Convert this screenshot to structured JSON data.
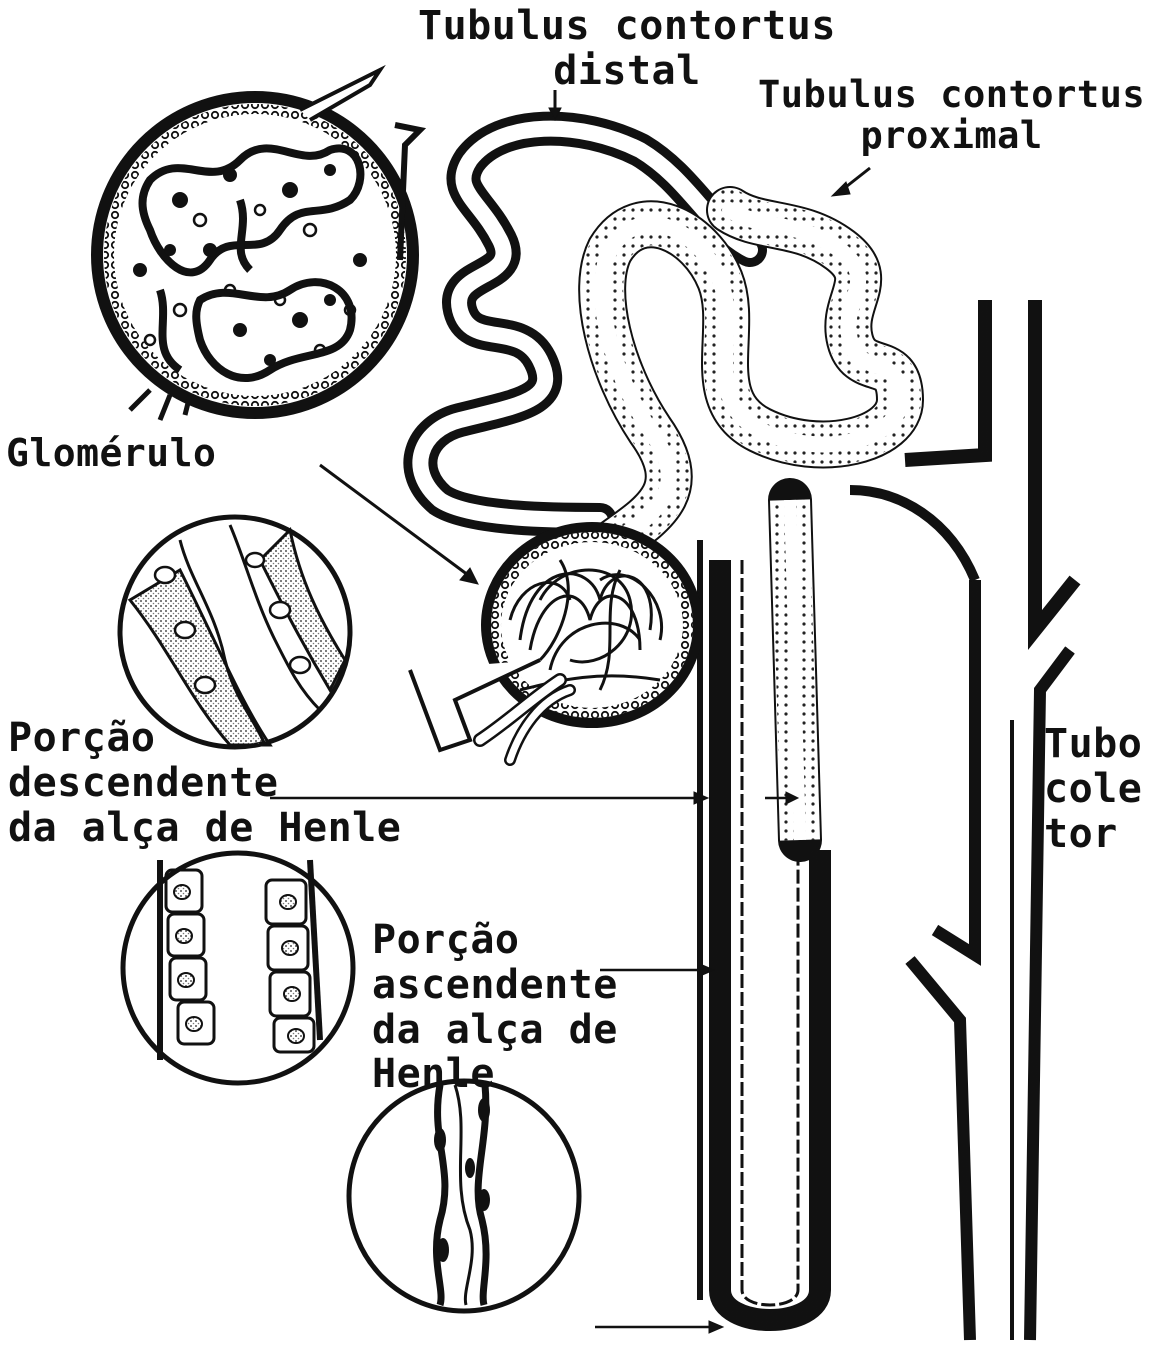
{
  "diagram": {
    "labels": {
      "distal": [
        "Tubulus contortus",
        "distal"
      ],
      "proximal": [
        "Tubulus contortus",
        "proximal"
      ],
      "glomerulo": "Glomérulo",
      "descendente": [
        "Porção",
        "descendente",
        "da alça de Henle"
      ],
      "ascendente": [
        "Porção",
        "ascendente",
        "da alça de",
        "Henle"
      ],
      "tubo_coletor": [
        "Tubo",
        "cole",
        "tor"
      ]
    },
    "ink_color": "#111111",
    "background_color": "#ffffff"
  }
}
